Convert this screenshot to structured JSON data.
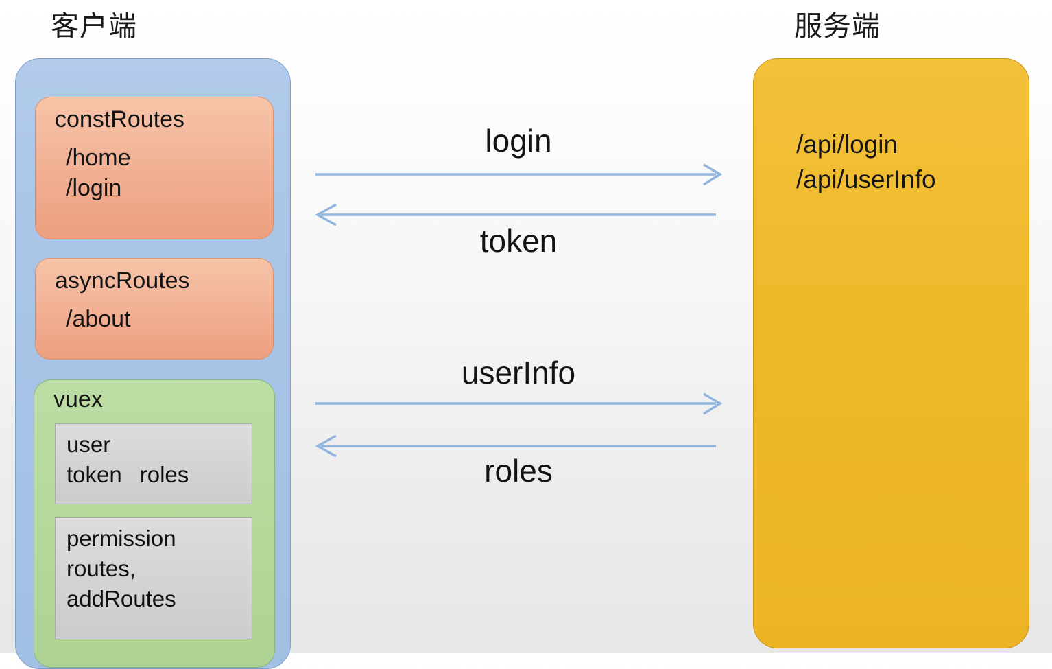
{
  "diagram": {
    "client": {
      "title": "客户端",
      "const_routes": {
        "title": "constRoutes",
        "routes": [
          "/home",
          "/login"
        ]
      },
      "async_routes": {
        "title": "asyncRoutes",
        "routes": [
          "/about"
        ]
      },
      "vuex": {
        "title": "vuex",
        "state_box": {
          "line1": "user",
          "line2_a": "token",
          "line2_b": "roles"
        },
        "permission_box": {
          "line1": "permission",
          "line2": "routes,",
          "line3": "addRoutes"
        }
      }
    },
    "server": {
      "title": "服务端",
      "endpoints": [
        "/api/login",
        "/api/userInfo"
      ]
    },
    "flows": [
      {
        "label": "login",
        "direction": "right"
      },
      {
        "label": "token",
        "direction": "left"
      },
      {
        "label": "userInfo",
        "direction": "right"
      },
      {
        "label": "roles",
        "direction": "left"
      }
    ],
    "colors": {
      "client_panel": "#a9c4e7",
      "route_card": "#f2b195",
      "vuex_card": "#b5d99b",
      "store_box": "#d3d3d3",
      "server_panel": "#efb92c",
      "arrow": "#90b4dd",
      "background_top": "#ffffff",
      "background_bottom": "#e7e7e7"
    }
  }
}
